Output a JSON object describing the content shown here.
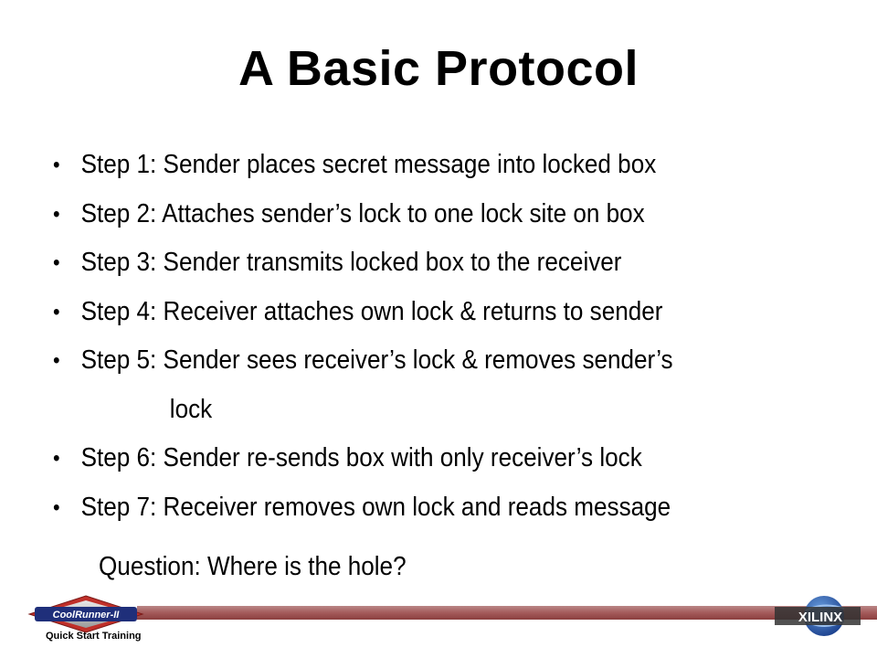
{
  "slide": {
    "title": "A Basic Protocol",
    "bullets": [
      {
        "text": "Step 1: Sender places secret message into locked box"
      },
      {
        "text": "Step 2: Attaches sender’s lock to one lock site on box"
      },
      {
        "text": "Step 3: Sender transmits locked box to the receiver"
      },
      {
        "text": "Step 4: Receiver attaches own lock & returns to sender"
      },
      {
        "text": "Step 5: Sender sees receiver’s lock & removes sender’s"
      },
      {
        "text": "lock",
        "continuation": true
      },
      {
        "text": "Step 6: Sender re-sends  box  with only receiver’s lock"
      },
      {
        "text": "Step 7: Receiver removes own lock and reads  message"
      }
    ],
    "question": "Question:  Where is the hole?"
  },
  "footer": {
    "left_logo": {
      "text": "CoolRunner-II",
      "icon": "coolrunner-logo"
    },
    "caption": "Quick Start Training",
    "right_logo": {
      "text": "XILINX",
      "icon": "xilinx-logo"
    },
    "bar_color": "#a45b5b"
  },
  "colors": {
    "background": "#ffffff",
    "text": "#000000"
  }
}
